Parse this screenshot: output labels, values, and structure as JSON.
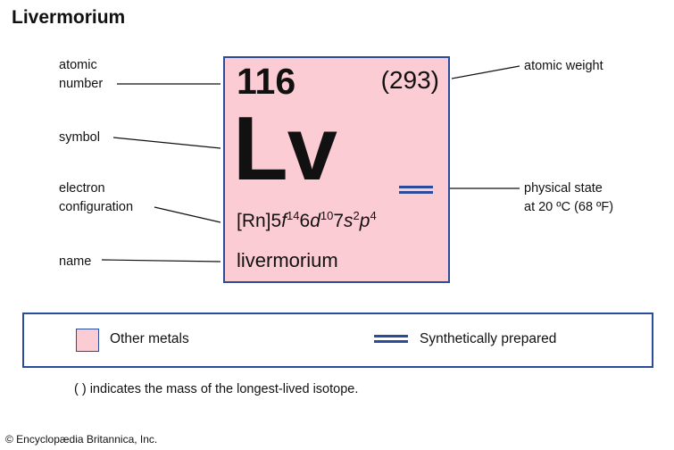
{
  "title": "Livermorium",
  "element": {
    "atomic_number": "116",
    "atomic_weight": "(293)",
    "symbol": "Lv",
    "electron_config": {
      "core": "[Rn]",
      "p1": "5",
      "o1": "f",
      "e1": "14",
      "p2": "6",
      "o2": "d",
      "e2": "10",
      "p3": "7",
      "o3": "s",
      "e3": "2",
      "o4": "p",
      "e4": "4"
    },
    "name": "livermorium",
    "physical_state_icon": "double-line-synthetic-icon"
  },
  "labels": {
    "atomic_number_line1": "atomic",
    "atomic_number_line2": "number",
    "symbol": "symbol",
    "electron_config_line1": "electron",
    "electron_config_line2": "configuration",
    "name": "name",
    "atomic_weight": "atomic weight",
    "physical_state_line1": "physical state",
    "physical_state_line2": "at 20 ºC (68 ºF)"
  },
  "legend": {
    "metals_label": "Other metals",
    "synthetic_label": "Synthetically prepared"
  },
  "footnote": "( ) indicates the mass of the longest-lived isotope.",
  "copyright": "© Encyclopædia Britannica, Inc.",
  "colors": {
    "tile_fill": "#fcccd4",
    "border_blue": "#2b4b9b",
    "text": "#111111"
  }
}
